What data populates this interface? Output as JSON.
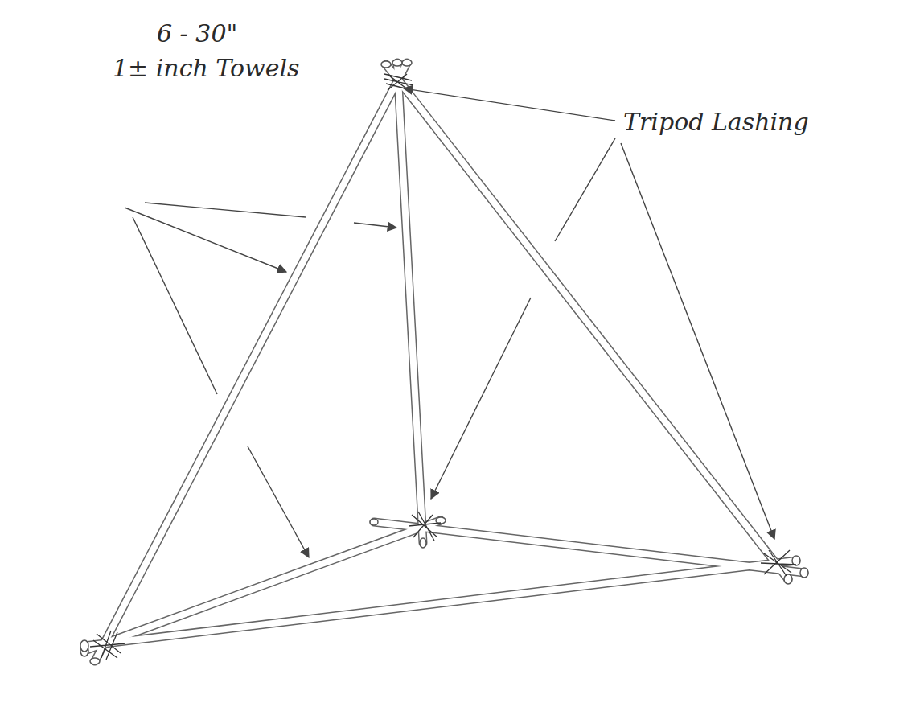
{
  "diagram": {
    "labels": [
      "6 - 30\"",
      "1± inch Towels",
      "Tripod Lashing"
    ]
  }
}
